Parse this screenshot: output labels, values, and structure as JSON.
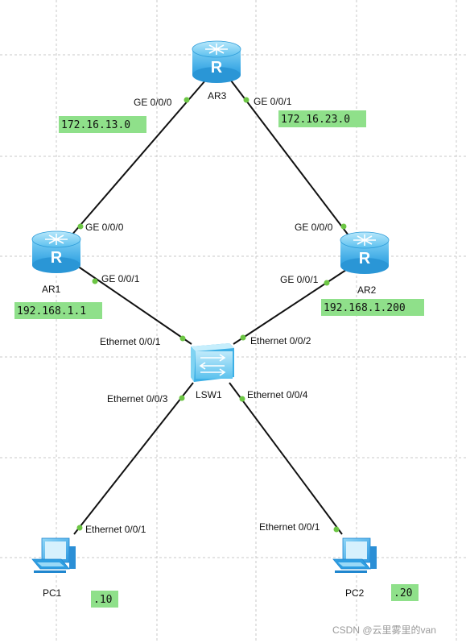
{
  "devices": {
    "ar3": {
      "name": "AR3"
    },
    "ar1": {
      "name": "AR1"
    },
    "ar2": {
      "name": "AR2"
    },
    "lsw1": {
      "name": "LSW1"
    },
    "pc1": {
      "name": "PC1"
    },
    "pc2": {
      "name": "PC2"
    }
  },
  "ports": {
    "ar3_ge000": "GE 0/0/0",
    "ar3_ge001": "GE 0/0/1",
    "ar1_ge000": "GE 0/0/0",
    "ar1_ge001": "GE 0/0/1",
    "ar2_ge000": "GE 0/0/0",
    "ar2_ge001": "GE 0/0/1",
    "lsw1_e001": "Ethernet 0/0/1",
    "lsw1_e002": "Ethernet 0/0/2",
    "lsw1_e003": "Ethernet 0/0/3",
    "lsw1_e004": "Ethernet 0/0/4",
    "pc1_e001": "Ethernet 0/0/1",
    "pc2_e001": "Ethernet 0/0/1"
  },
  "networks": {
    "net_13": "172.16.13.0",
    "net_23": "172.16.23.0",
    "ar1_ip": "192.168.1.1",
    "ar2_ip": "192.168.1.200",
    "pc1_ip": ".10",
    "pc2_ip": ".20"
  },
  "watermark": "CSDN @云里雾里的van",
  "colors": {
    "router": "#39aee8",
    "switch": "#7fd3f2",
    "pc": "#35a4e6",
    "port_dot": "#6cc644",
    "label_bg": "#8fe08a",
    "link": "#111111"
  }
}
